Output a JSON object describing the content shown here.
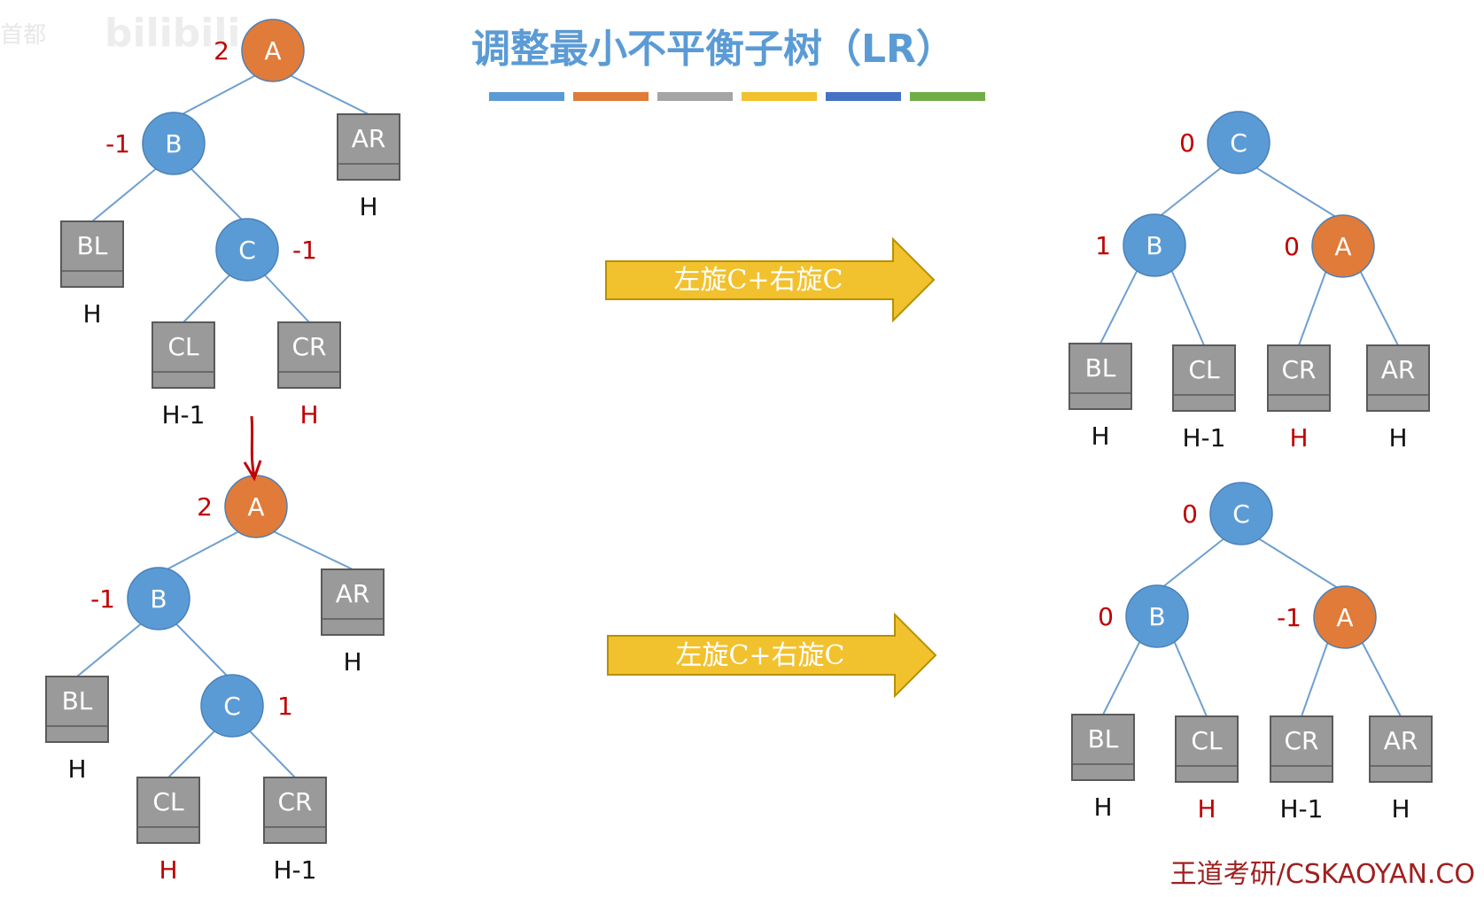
{
  "title": "调整最小不平衡子树（LR）",
  "watermark": "bilibili",
  "watermark_prefix": "首都",
  "credit": "王道考研/CSKAOYAN.CO",
  "palette": [
    "#5b9bd5",
    "#e07b39",
    "#a5a5a5",
    "#f2c12e",
    "#4472c4",
    "#70ad47"
  ],
  "colors": {
    "title": "#5b9bd5",
    "node_blue": "#5b9bd5",
    "node_orange": "#e07b39",
    "box_gray": "#9a9a9a",
    "box_border": "#5a5a5a",
    "red": "#c00000",
    "black": "#111111",
    "arrow": "#f2c12e",
    "arrow_border": "#b89000",
    "edge": "#6f9fd0",
    "pointer": "#c00000"
  },
  "arrows": [
    {
      "label": "左旋C+右旋C"
    },
    {
      "label": "左旋C+右旋C"
    }
  ],
  "trees": [
    {
      "id": "before-1",
      "nodes": [
        {
          "id": "A",
          "label": "A",
          "shape": "circle",
          "color": "orange",
          "bf": "2"
        },
        {
          "id": "B",
          "label": "B",
          "shape": "circle",
          "color": "blue",
          "bf": "-1"
        },
        {
          "id": "AR",
          "label": "AR",
          "shape": "box",
          "h": "H",
          "hcolor": "black"
        },
        {
          "id": "BL",
          "label": "BL",
          "shape": "box",
          "h": "H",
          "hcolor": "black"
        },
        {
          "id": "C",
          "label": "C",
          "shape": "circle",
          "color": "blue",
          "bf": "-1"
        },
        {
          "id": "CL",
          "label": "CL",
          "shape": "box",
          "h": "H-1",
          "hcolor": "black"
        },
        {
          "id": "CR",
          "label": "CR",
          "shape": "box",
          "h": "H",
          "hcolor": "red"
        }
      ]
    },
    {
      "id": "before-2",
      "nodes": [
        {
          "id": "A",
          "label": "A",
          "shape": "circle",
          "color": "orange",
          "bf": "2"
        },
        {
          "id": "B",
          "label": "B",
          "shape": "circle",
          "color": "blue",
          "bf": "-1"
        },
        {
          "id": "AR",
          "label": "AR",
          "shape": "box",
          "h": "H",
          "hcolor": "black"
        },
        {
          "id": "BL",
          "label": "BL",
          "shape": "box",
          "h": "H",
          "hcolor": "black"
        },
        {
          "id": "C",
          "label": "C",
          "shape": "circle",
          "color": "blue",
          "bf": "1"
        },
        {
          "id": "CL",
          "label": "CL",
          "shape": "box",
          "h": "H",
          "hcolor": "red"
        },
        {
          "id": "CR",
          "label": "CR",
          "shape": "box",
          "h": "H-1",
          "hcolor": "black"
        }
      ]
    },
    {
      "id": "after-1",
      "nodes": [
        {
          "id": "C",
          "label": "C",
          "shape": "circle",
          "color": "blue",
          "bf": "0"
        },
        {
          "id": "B",
          "label": "B",
          "shape": "circle",
          "color": "blue",
          "bf": "1"
        },
        {
          "id": "A",
          "label": "A",
          "shape": "circle",
          "color": "orange",
          "bf": "0"
        },
        {
          "id": "BL",
          "label": "BL",
          "shape": "box",
          "h": "H",
          "hcolor": "black"
        },
        {
          "id": "CL",
          "label": "CL",
          "shape": "box",
          "h": "H-1",
          "hcolor": "black"
        },
        {
          "id": "CR",
          "label": "CR",
          "shape": "box",
          "h": "H",
          "hcolor": "red"
        },
        {
          "id": "AR",
          "label": "AR",
          "shape": "box",
          "h": "H",
          "hcolor": "black"
        }
      ]
    },
    {
      "id": "after-2",
      "nodes": [
        {
          "id": "C",
          "label": "C",
          "shape": "circle",
          "color": "blue",
          "bf": "0"
        },
        {
          "id": "B",
          "label": "B",
          "shape": "circle",
          "color": "blue",
          "bf": "0"
        },
        {
          "id": "A",
          "label": "A",
          "shape": "circle",
          "color": "orange",
          "bf": "-1"
        },
        {
          "id": "BL",
          "label": "BL",
          "shape": "box",
          "h": "H",
          "hcolor": "black"
        },
        {
          "id": "CL",
          "label": "CL",
          "shape": "box",
          "h": "H",
          "hcolor": "red"
        },
        {
          "id": "CR",
          "label": "CR",
          "shape": "box",
          "h": "H-1",
          "hcolor": "black"
        },
        {
          "id": "AR",
          "label": "AR",
          "shape": "box",
          "h": "H",
          "hcolor": "black"
        }
      ]
    }
  ]
}
